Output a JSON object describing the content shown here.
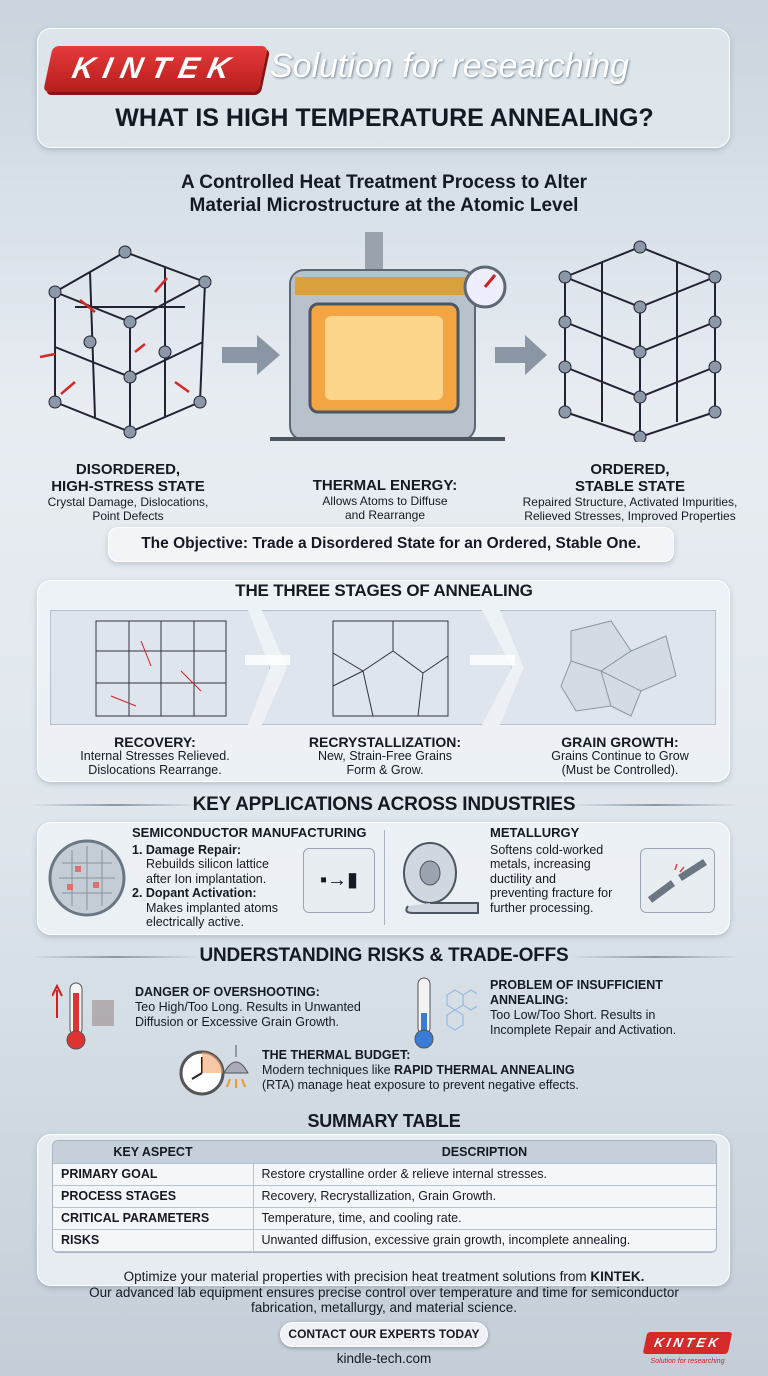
{
  "header": {
    "logo": "KINTEK",
    "slogan": "Solution for researching",
    "title": "WHAT IS HIGH TEMPERATURE ANNEALING?"
  },
  "subtitle": [
    "A Controlled Heat Treatment Process to Alter",
    "Material Microstructure at the Atomic Level"
  ],
  "states": {
    "disordered": {
      "title1": "DISORDERED,",
      "title2": "HIGH-STRESS STATE",
      "desc1": "Crystal Damage, Dislocations,",
      "desc2": "Point Defects"
    },
    "thermal": {
      "title": "THERMAL ENERGY:",
      "desc1": "Allows Atoms to Diffuse",
      "desc2": "and Rearrange"
    },
    "ordered": {
      "title1": "ORDERED,",
      "title2": "STABLE STATE",
      "desc1": "Repaired Structure, Activated Impurities,",
      "desc2": "Relieved Stresses, Improved Properties"
    }
  },
  "objective": "The Objective: Trade a Disordered State for an Ordered, Stable One.",
  "stages": {
    "heading": "THE THREE STAGES OF ANNEALING",
    "items": [
      {
        "title": "RECOVERY:",
        "desc1": "Internal Stresses Relieved.",
        "desc2": "Dislocations Rearrange."
      },
      {
        "title": "RECRYSTALLIZATION:",
        "desc1": "New, Strain-Free Grains",
        "desc2": "Form & Grow."
      },
      {
        "title": "GRAIN GROWTH:",
        "desc1": "Grains Continue to Grow",
        "desc2": "(Must be Controlled)."
      }
    ]
  },
  "applications": {
    "heading": "KEY APPLICATIONS ACROSS INDUSTRIES",
    "semi": {
      "title": "SEMICONDUCTOR MANUFACTURING",
      "p1": "1. Damage Repair:",
      "p1a": "Rebuilds silicon lattice",
      "p1b": "after Ion implantation.",
      "p2": "2. Dopant Activation:",
      "p2a": "Makes implanted atoms",
      "p2b": "electrically active."
    },
    "metal": {
      "title": "METALLURGY",
      "d1": "Softens cold-worked",
      "d2": "metals, increasing",
      "d3": "ductility and",
      "d4": "preventing fracture for",
      "d5": "further processing."
    }
  },
  "risks": {
    "heading": "UNDERSTANDING RISKS & TRADE-OFFS",
    "over": {
      "title": "DANGER OF OVERSHOOTING:",
      "d1": "Teo High/Too Long. Results in Unwanted",
      "d2": "Diffusion or Excessive Grain Growth."
    },
    "under": {
      "title1": "PROBLEM OF INSUFFICIENT",
      "title2": "ANNEALING:",
      "d1": "Too Low/Too Short. Results in",
      "d2": "Incomplete Repair and Activation."
    },
    "budget": {
      "title": "THE THERMAL BUDGET:",
      "d1a": "Modern techniques like ",
      "d1b": "RAPID THERMAL ANNEALING",
      "d2": "(RTA) manage heat exposure to prevent negative effects."
    }
  },
  "summary": {
    "heading": "SUMMARY TABLE",
    "columns": [
      "KEY ASPECT",
      "DESCRIPTION"
    ],
    "rows": [
      [
        "PRIMARY GOAL",
        "Restore crystalline order & relieve internal stresses."
      ],
      [
        "PROCESS STAGES",
        "Recovery, Recrystallization, Grain Growth."
      ],
      [
        "CRITICAL PARAMETERS",
        "Temperature, time, and cooling rate."
      ],
      [
        "RISKS",
        "Unwanted diffusion, excessive grain growth, incomplete annealing."
      ]
    ]
  },
  "footer": {
    "l1a": "Optimize your material properties with precision heat treatment solutions from ",
    "l1b": "KINTEK.",
    "l2": "Our advanced lab equipment ensures precise control over temperature and time for semiconductor",
    "l3": "fabrication, metallurgy, and material science.",
    "cta": "CONTACT OUR EXPERTS TODAY",
    "url": "kindle-tech.com",
    "logo": "KINTEK",
    "logo_slogan": "Solution for researching"
  },
  "colors": {
    "brand_red": "#d42a2a",
    "text": "#151a22",
    "panel": "#eef2f6"
  }
}
